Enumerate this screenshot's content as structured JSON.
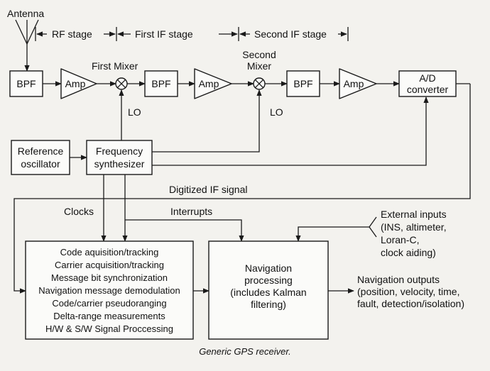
{
  "labels": {
    "antenna": "Antenna",
    "rf_stage": "RF stage",
    "first_if_stage": "First IF stage",
    "second_if_stage": "Second IF stage",
    "first_mixer": "First Mixer",
    "second_mixer_1": "Second",
    "second_mixer_2": "Mixer",
    "lo": "LO",
    "digitized_if": "Digitized IF signal",
    "clocks": "Clocks",
    "interrupts": "Interrupts",
    "navigation_outputs_title": "Navigation outputs"
  },
  "blocks": {
    "bpf": "BPF",
    "amp": "Amp",
    "adc": [
      "A/D",
      "converter"
    ],
    "reference_oscillator": [
      "Reference",
      "oscillator"
    ],
    "frequency_synthesizer": [
      "Frequency",
      "synthesizer"
    ],
    "tracking": [
      "Code aquisition/tracking",
      "Carrier acquisition/tracking",
      "Message bit synchronization",
      "Navigation message demodulation",
      "Code/carrier pseudoranging",
      "Delta-range measurements",
      "H/W & S/W Signal Proccessing"
    ],
    "navigation_processing": [
      "Navigation",
      "processing",
      "(includes Kalman",
      "filtering)"
    ]
  },
  "external_inputs": [
    "External inputs",
    "(INS, altimeter,",
    "Loran-C,",
    "clock aiding)"
  ],
  "navigation_outputs": [
    "(position, velocity, time,",
    "fault, detection/isolation)"
  ],
  "caption": "Generic GPS receiver."
}
